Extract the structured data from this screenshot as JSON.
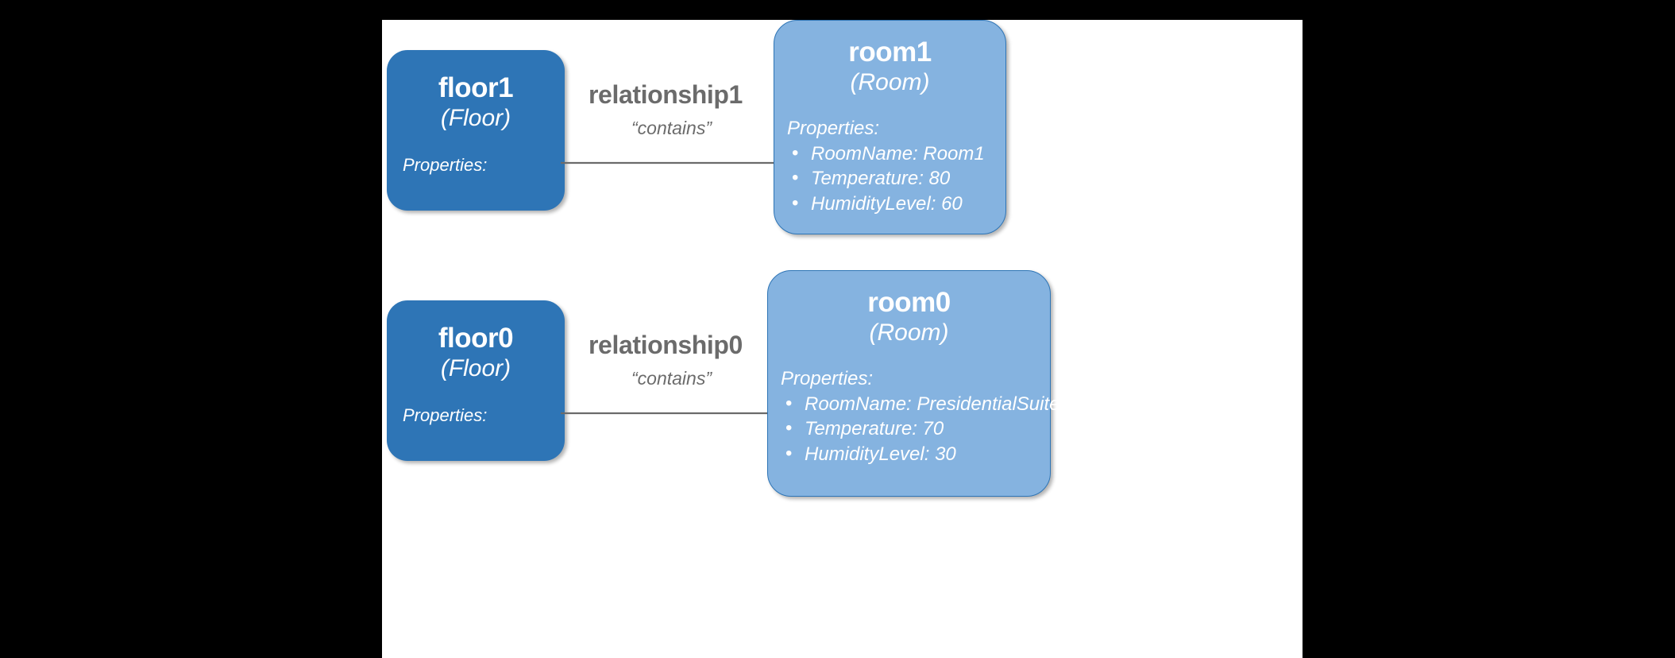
{
  "canvas": {
    "background": "#ffffff",
    "letterbox": "#000000"
  },
  "colors": {
    "floor_fill": "#2E75B6",
    "room_fill": "#85B3E0",
    "room_border": "#2E75B6",
    "edge_gray": "#6B6B6B",
    "node_text": "#ffffff"
  },
  "graph": {
    "rows": [
      {
        "source": {
          "id": "floor1",
          "title": "floor1",
          "subtitle": "(Floor)",
          "properties_label": "Properties:",
          "properties": []
        },
        "edge": {
          "name": "relationship1",
          "kind": "“contains”"
        },
        "target": {
          "id": "room1",
          "title": "room1",
          "subtitle": "(Room)",
          "properties_label": "Properties:",
          "properties": [
            "RoomName: Room1",
            "Temperature: 80",
            "HumidityLevel: 60"
          ]
        }
      },
      {
        "source": {
          "id": "floor0",
          "title": "floor0",
          "subtitle": "(Floor)",
          "properties_label": "Properties:",
          "properties": []
        },
        "edge": {
          "name": "relationship0",
          "kind": "“contains”"
        },
        "target": {
          "id": "room0",
          "title": "room0",
          "subtitle": "(Room)",
          "properties_label": "Properties:",
          "properties": [
            "RoomName: PresidentialSuite",
            "Temperature: 70",
            "HumidityLevel: 30"
          ]
        }
      }
    ]
  }
}
